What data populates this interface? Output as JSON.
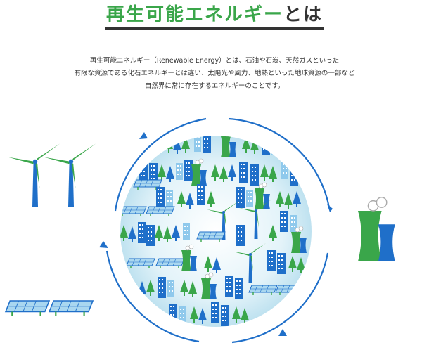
{
  "title": {
    "green": "再生可能エネルギー",
    "dark": "とは"
  },
  "description": [
    "再生可能エネルギー（Renewable Energy）とは、石油や石炭、天然ガスといった",
    "有限な資源である化石エネルギーとは違い、太陽光や風力、地熱といった地球資源の一部など",
    "自然界に常に存在するエネルギーのことです。"
  ],
  "colors": {
    "green": "#3aa64a",
    "blue": "#1f6fc9",
    "light_blue": "#cde8f3",
    "dark": "#333333"
  },
  "icons": [
    "wind-turbine-icon",
    "solar-panel-icon",
    "power-plant-icon",
    "tree-icon",
    "building-icon",
    "cycle-arrow-icon"
  ]
}
